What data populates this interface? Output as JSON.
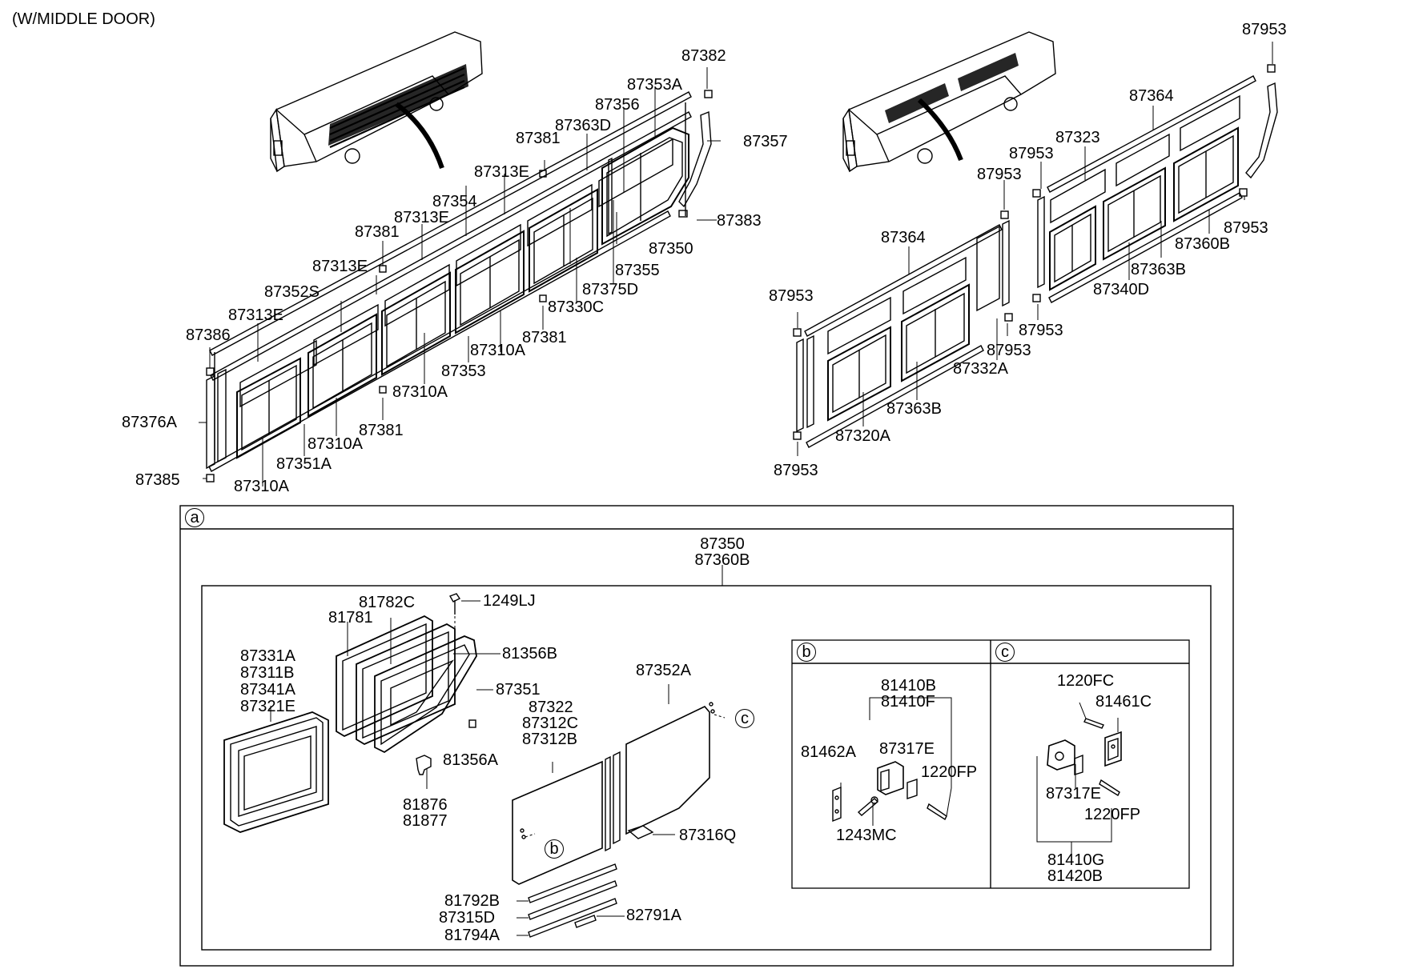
{
  "title": "(W/MIDDLE DOOR)",
  "labels": {
    "l_87382": "87382",
    "l_87353A": "87353A",
    "l_87356": "87356",
    "l_87363D": "87363D",
    "l_87381_a": "87381",
    "l_87357": "87357",
    "l_87313E_a": "87313E",
    "l_87354": "87354",
    "l_87313E_b": "87313E",
    "l_87383": "87383",
    "l_87381_b": "87381",
    "l_87350": "87350",
    "l_87313E_c": "87313E",
    "l_87355": "87355",
    "l_87352S": "87352S",
    "l_87375D": "87375D",
    "l_87330C": "87330C",
    "l_87313E_d": "87313E",
    "l_87386": "87386",
    "l_87381_c": "87381",
    "l_87310A_a": "87310A",
    "l_87353": "87353",
    "l_87310A_b": "87310A",
    "l_87376A": "87376A",
    "l_87381_d": "87381",
    "l_87310A_c": "87310A",
    "l_87351A": "87351A",
    "l_87385": "87385",
    "l_87310A_d": "87310A",
    "r_87953_a": "87953",
    "r_87364_a": "87364",
    "r_87323": "87323",
    "r_87953_b": "87953",
    "r_87953_c": "87953",
    "r_87364_b": "87364",
    "r_87953_d": "87953",
    "r_87360B": "87360B",
    "r_87363B_a": "87363B",
    "r_87340D": "87340D",
    "r_87953_e": "87953",
    "r_87953_f": "87953",
    "r_87953_g": "87953",
    "r_87332A": "87332A",
    "r_87363B_b": "87363B",
    "r_87320A": "87320A",
    "r_87953_h": "87953",
    "d_87350": "87350",
    "d_87360B": "87360B",
    "d_1249LJ": "1249LJ",
    "d_81782C": "81782C",
    "d_81781": "81781",
    "d_81356B": "81356B",
    "d_87331A": "87331A",
    "d_87311B": "87311B",
    "d_87341A": "87341A",
    "d_87321E": "87321E",
    "d_87351": "87351",
    "d_87352A": "87352A",
    "d_87322": "87322",
    "d_87312C": "87312C",
    "d_87312B": "87312B",
    "d_81356A": "81356A",
    "d_81876": "81876",
    "d_81877": "81877",
    "d_87316Q": "87316Q",
    "d_81792B": "81792B",
    "d_87315D": "87315D",
    "d_82791A": "82791A",
    "d_81794A": "81794A",
    "b_81410B": "81410B",
    "b_81410F": "81410F",
    "b_81462A": "81462A",
    "b_87317E": "87317E",
    "b_1220FP": "1220FP",
    "b_1243MC": "1243MC",
    "c_1220FC": "1220FC",
    "c_81461C": "81461C",
    "c_87317E": "87317E",
    "c_1220FP": "1220FP",
    "c_81410G": "81410G",
    "c_81420B": "81420B"
  },
  "callouts": {
    "a": "a",
    "b": "b",
    "c": "c"
  }
}
